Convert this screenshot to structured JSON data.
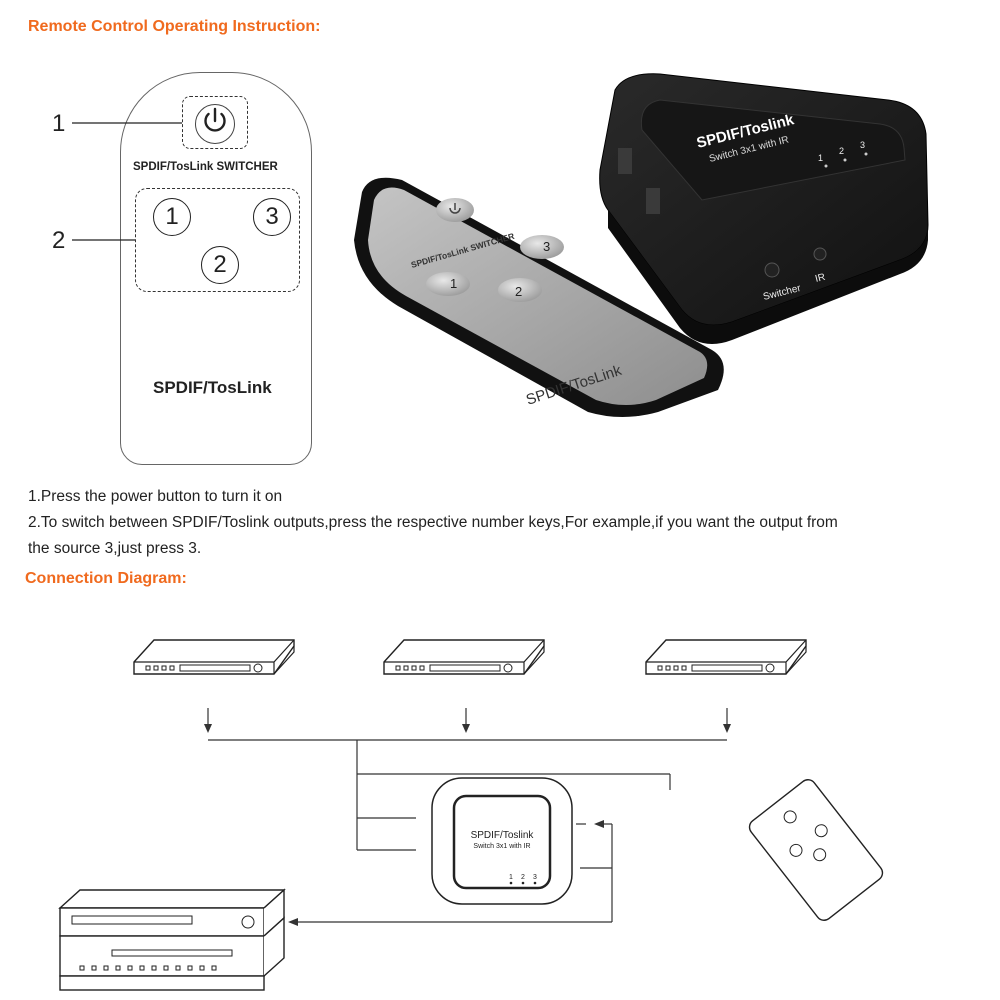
{
  "headings": {
    "remote": "Remote Control Operating Instruction:",
    "connection": "Connection Diagram:"
  },
  "remote_diagram": {
    "callout_1": "1",
    "callout_2": "2",
    "brand_line": "SPDIF/TosLink SWITCHER",
    "bottom_label": "SPDIF/TosLink",
    "keys": [
      "1",
      "3",
      "2"
    ]
  },
  "photo": {
    "remote_top_text": "SPDIF/TosLink SWITCHER",
    "remote_bottom_text": "SPDIF/TosLink",
    "remote_keys": [
      "3",
      "1",
      "2"
    ],
    "device_title": "SPDIF/Toslink",
    "device_subtitle": "Switch 3x1 with IR",
    "device_leds": [
      "1",
      "2",
      "3"
    ],
    "switcher_label": "Switcher",
    "ir_label": "IR"
  },
  "instructions": {
    "line1": "1.Press the power button to turn it on",
    "line2": "2.To switch between SPDIF/Toslink outputs,press the respective number keys,For example,if you want the output from",
    "line3": "the source 3,just press 3."
  },
  "diagram": {
    "switch_title": "SPDIF/Toslink",
    "switch_subtitle": "Switch 3x1 with IR",
    "switch_leds": [
      "1",
      "2",
      "3"
    ]
  },
  "colors": {
    "heading": "#f06a1e",
    "device": "#1b1b1b",
    "remote_face": "#a8a8a8"
  }
}
